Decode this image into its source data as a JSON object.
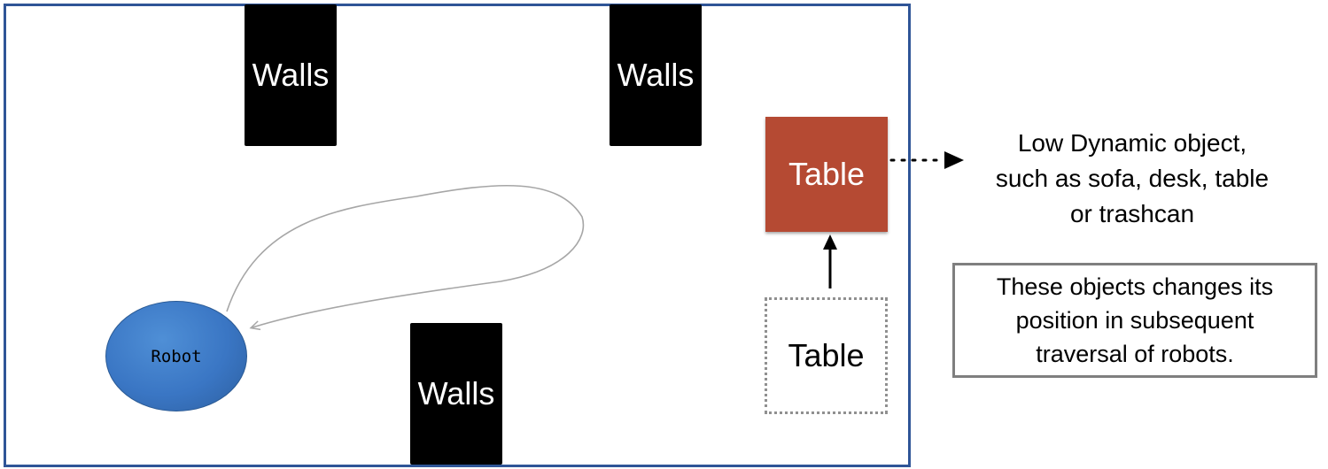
{
  "walls": [
    {
      "label": "Walls"
    },
    {
      "label": "Walls"
    },
    {
      "label": "Walls"
    }
  ],
  "robot": {
    "label": "Robot",
    "color": "#3a76c4"
  },
  "table_current": {
    "label": "Table",
    "color": "#b54a33"
  },
  "table_previous": {
    "label": "Table"
  },
  "callout": {
    "line1": "Low Dynamic object,",
    "line2": "such as sofa, desk, table",
    "line3": "or trashcan"
  },
  "note": {
    "text": "These objects changes its position in subsequent traversal of robots."
  },
  "colors": {
    "room_border": "#2f5597",
    "wall": "#000000",
    "note_border": "#7f7f7f",
    "path": "#a6a6a6"
  }
}
